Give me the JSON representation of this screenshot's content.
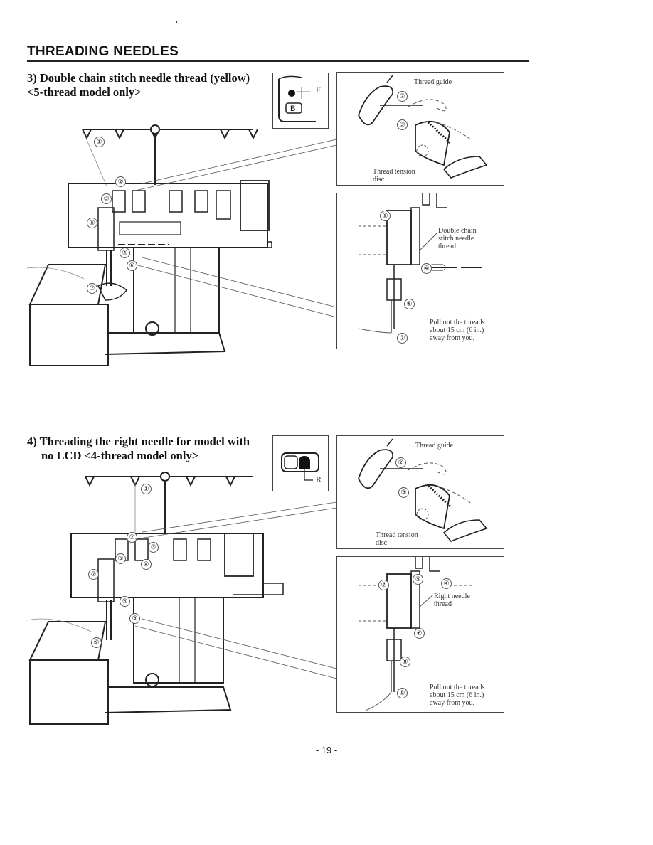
{
  "page": {
    "title": "THREADING NEEDLES",
    "page_number": "- 19 -"
  },
  "section3": {
    "heading_line1": "3) Double chain stitch needle thread (yellow)",
    "heading_line2": "<5-thread model only>",
    "selector_label": "F",
    "machine_numbers": [
      "①",
      "②",
      "③",
      "④",
      "⑤",
      "⑥",
      "⑦"
    ],
    "detail_top": {
      "thread_guide": "Thread guide",
      "tension_disc_line1": "Thread tension",
      "tension_disc_line2": "disc",
      "numbers": [
        "②",
        "③"
      ]
    },
    "detail_bottom": {
      "callout_line1": "Double chain",
      "callout_line2": "stitch needle",
      "callout_line3": "thread",
      "pull_line1": "Pull out the threads",
      "pull_line2": "about 15 cm (6 in.)",
      "pull_line3": "away from you.",
      "numbers": [
        "⑤",
        "④",
        "⑥",
        "⑦"
      ]
    }
  },
  "section4": {
    "heading_line1": "4) Threading the right needle for model with",
    "heading_line2": "no LCD <4-thread model only>",
    "selector_label": "R",
    "machine_numbers": [
      "①",
      "②",
      "③",
      "④",
      "⑤",
      "⑥",
      "⑦",
      "⑧",
      "⑨"
    ],
    "detail_top": {
      "thread_guide": "Thread guide",
      "tension_disc_line1": "Thread tension",
      "tension_disc_line2": "disc",
      "numbers": [
        "②",
        "③"
      ]
    },
    "detail_bottom": {
      "callout_line1": "Right needle",
      "callout_line2": "thread",
      "pull_line1": "Pull out the threads",
      "pull_line2": "about 15 cm (6 in.)",
      "pull_line3": "away from you.",
      "numbers": [
        "⑦",
        "⑤",
        "④",
        "⑥",
        "⑧",
        "⑨"
      ]
    }
  }
}
